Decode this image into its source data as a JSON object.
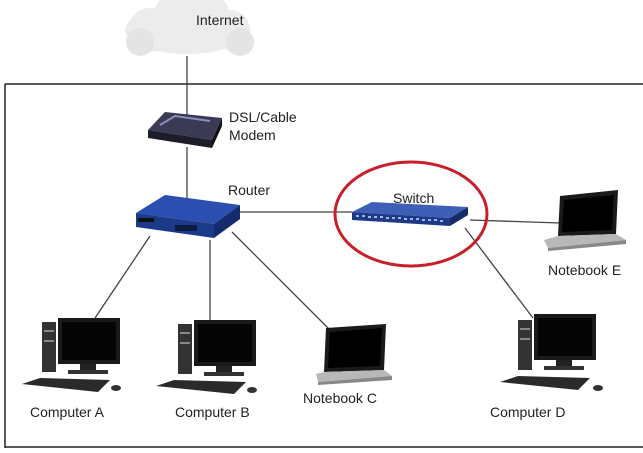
{
  "nodes": {
    "internet": "Internet",
    "modem": "DSL/Cable\nModem",
    "router": "Router",
    "switch": "Switch",
    "computer_a": "Computer A",
    "computer_b": "Computer B",
    "notebook_c": "Notebook C",
    "computer_d": "Computer D",
    "notebook_e": "Notebook E"
  },
  "colors": {
    "link": "#444444",
    "highlight": "#c8202a",
    "cloud": "#ececec",
    "device_blue": "#2a4fb0"
  }
}
